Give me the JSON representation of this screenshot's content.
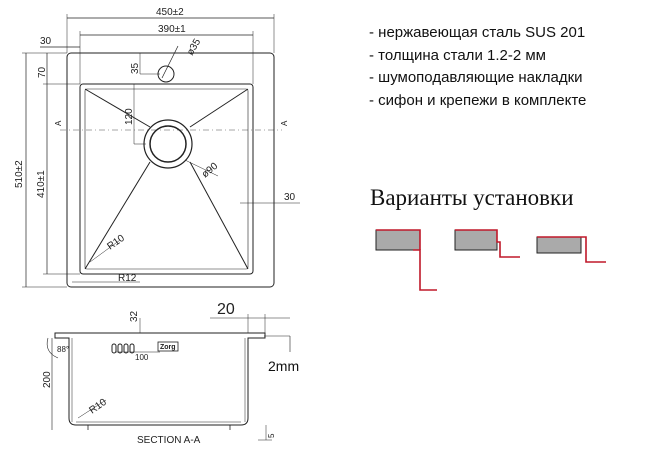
{
  "features": [
    "- нержавеющая сталь SUS 201",
    "- толщина стали 1.2-2 мм",
    "- шумоподавляющие накладки",
    "- сифон и крепежи в комплекте"
  ],
  "install_heading": "Варианты установки",
  "thickness_label": "2mm",
  "top_view": {
    "dim_width_outer": "450±2",
    "dim_width_inner": "390±1",
    "dim_offset_30": "30",
    "dim_hole_dia": "ø35",
    "dim_hole_35": "35",
    "dim_70": "70",
    "dim_120": "120",
    "dim_drain_dia": "ø90",
    "dim_height_outer": "510±2",
    "dim_height_inner": "410±1",
    "dim_side_30": "30",
    "dim_r10": "R10",
    "dim_r12": "R12",
    "section_mark": "A"
  },
  "section_view": {
    "dim_20": "20",
    "dim_32": "32",
    "dim_88": "88°",
    "dim_100": "100",
    "dim_200": "200",
    "dim_r10": "R10",
    "dim_5": "5",
    "label": "SECTION A-A",
    "logo": "Zorg"
  },
  "colors": {
    "line": "#222222",
    "accent": "#c0182a"
  }
}
